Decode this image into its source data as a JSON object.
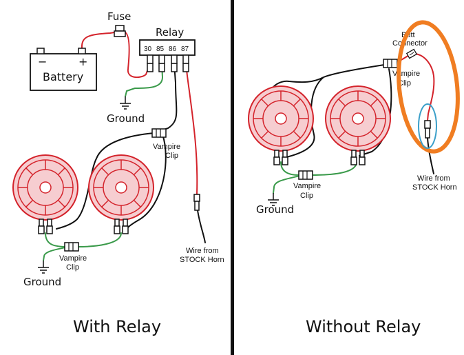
{
  "left_panel": {
    "caption": "With Relay",
    "fuse_label": "Fuse",
    "relay_label": "Relay",
    "relay_pins": [
      "30",
      "85",
      "86",
      "87"
    ],
    "battery_label": "Battery",
    "battery_minus": "−",
    "battery_plus": "+",
    "ground_top_label": "Ground",
    "vampire_top_line1": "Vampire",
    "vampire_top_line2": "Clip",
    "vampire_bottom_line1": "Vampire",
    "vampire_bottom_line2": "Clip",
    "ground_bottom_label": "Ground",
    "stock_line1": "Wire from",
    "stock_line2": "STOCK Horn"
  },
  "right_panel": {
    "caption": "Without Relay",
    "butt_line1": "Butt",
    "butt_line2": "Connector",
    "vampire_top_line1": "Vampire",
    "vampire_top_line2": "Clip",
    "vampire_bottom_line1": "Vampire",
    "vampire_bottom_line2": "Clip",
    "ground_label": "Ground",
    "stock_line1": "Wire from",
    "stock_line2": "STOCK Horn"
  },
  "colors": {
    "wire_red": "#d4232b",
    "wire_green": "#3a9a4a",
    "wire_black": "#1a1a1a",
    "horn_fill": "#f6cdd0",
    "horn_stroke": "#d4232b",
    "highlight_orange": "#f07d22",
    "highlight_blue": "#3b9fc9",
    "divider": "#111111"
  },
  "icons": [
    "horn-icon",
    "battery-icon",
    "fuse-icon",
    "relay-icon",
    "ground-icon",
    "vampire-clip-icon",
    "butt-connector-icon"
  ]
}
